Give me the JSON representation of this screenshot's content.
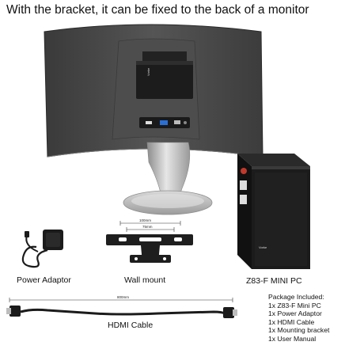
{
  "headline": "With the bracket, it can be fixed to the back of a monitor",
  "monitor": {
    "minipc_brand": "Vorke"
  },
  "captions": {
    "power_adaptor": "Power Adaptor",
    "wall_mount": "Wall mount",
    "minipc": "Z83-F MINI PC",
    "hdmi_cable": "HDMI Cable"
  },
  "dimensions": {
    "bracket_outer": "100mm",
    "bracket_inner": "75mm",
    "hdmi_length": "800mm"
  },
  "package": {
    "title": "Package Included:",
    "items": [
      "1x Z83-F Mini PC",
      "1x Power Adaptor",
      "1x HDMI Cable",
      "1x Mounting bracket",
      "1x User Manual"
    ]
  },
  "colors": {
    "monitor_back": "#4a4a4a",
    "device_body": "#1e1e1e",
    "stand_silver": "#b9b9b9",
    "usb_blue": "#2a6fd6"
  }
}
